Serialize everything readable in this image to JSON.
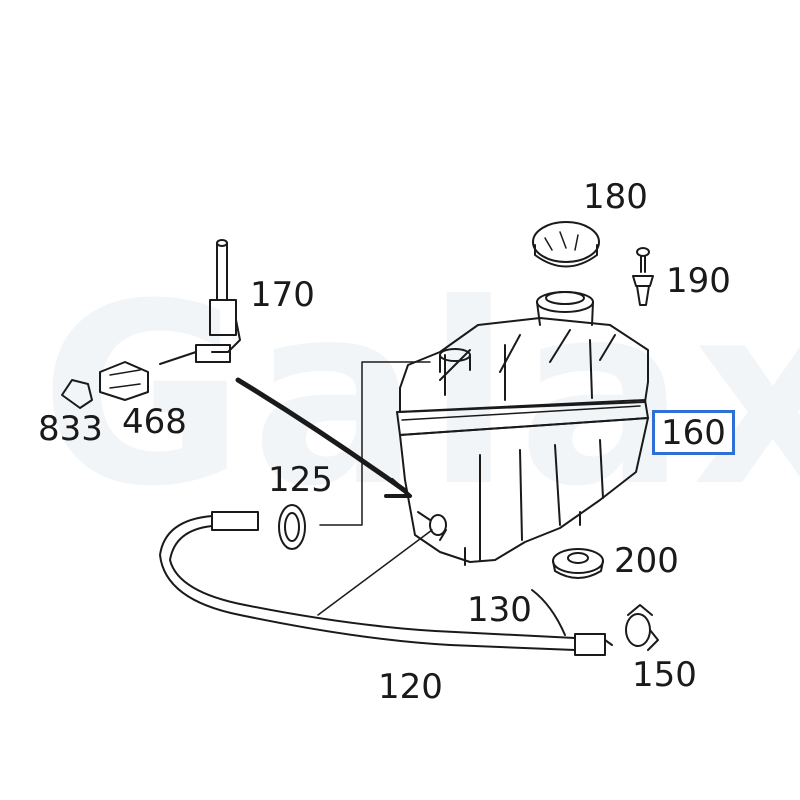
{
  "watermark": "Galaxy",
  "callouts": [
    {
      "key": "c170",
      "text": "170"
    },
    {
      "key": "c833",
      "text": "833"
    },
    {
      "key": "c468",
      "text": "468"
    },
    {
      "key": "c125",
      "text": "125"
    },
    {
      "key": "c180",
      "text": "180"
    },
    {
      "key": "c190",
      "text": "190"
    },
    {
      "key": "c160",
      "text": "160"
    },
    {
      "key": "c200",
      "text": "200"
    },
    {
      "key": "c130",
      "text": "130"
    },
    {
      "key": "c150",
      "text": "150"
    },
    {
      "key": "c120",
      "text": "120"
    }
  ],
  "colors": {
    "line": "#1a1a1a",
    "highlight": "#2f6fd6",
    "watermark": "#e9edf2"
  }
}
